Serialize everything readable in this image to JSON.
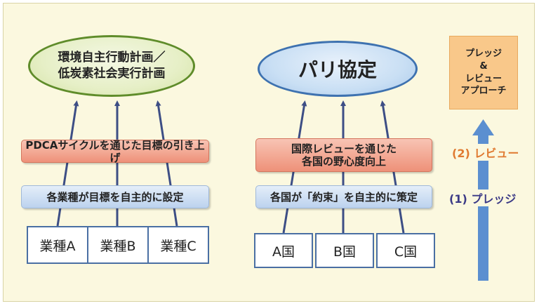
{
  "left": {
    "goal": {
      "line1": "環境自主行動計画／",
      "line2": "低炭素社会実行計画"
    },
    "review_bar": "PDCAサイクルを通じた目標の引き上げ",
    "pledge_bar": "各業種が目標を自主的に設定",
    "units": [
      "業種A",
      "業種B",
      "業種C"
    ]
  },
  "right": {
    "goal": "パリ協定",
    "review_bar": {
      "line1": "国際レビューを通じた",
      "line2": "各国の野心度向上"
    },
    "pledge_bar": "各国が「約束」を自主的に策定",
    "units": [
      "A国",
      "B国",
      "C国"
    ]
  },
  "legend": {
    "title": [
      "プレッジ",
      "&",
      "レビュー",
      "アプローチ"
    ],
    "review": "(2) レビュー",
    "pledge": "(1) プレッジ"
  },
  "colors": {
    "background": "#fbf8df",
    "arrow": "#3d4e85",
    "review_text": "#e07a30",
    "pledge_text": "#3b3a86",
    "legend_arrow": "#5b8fd0"
  }
}
